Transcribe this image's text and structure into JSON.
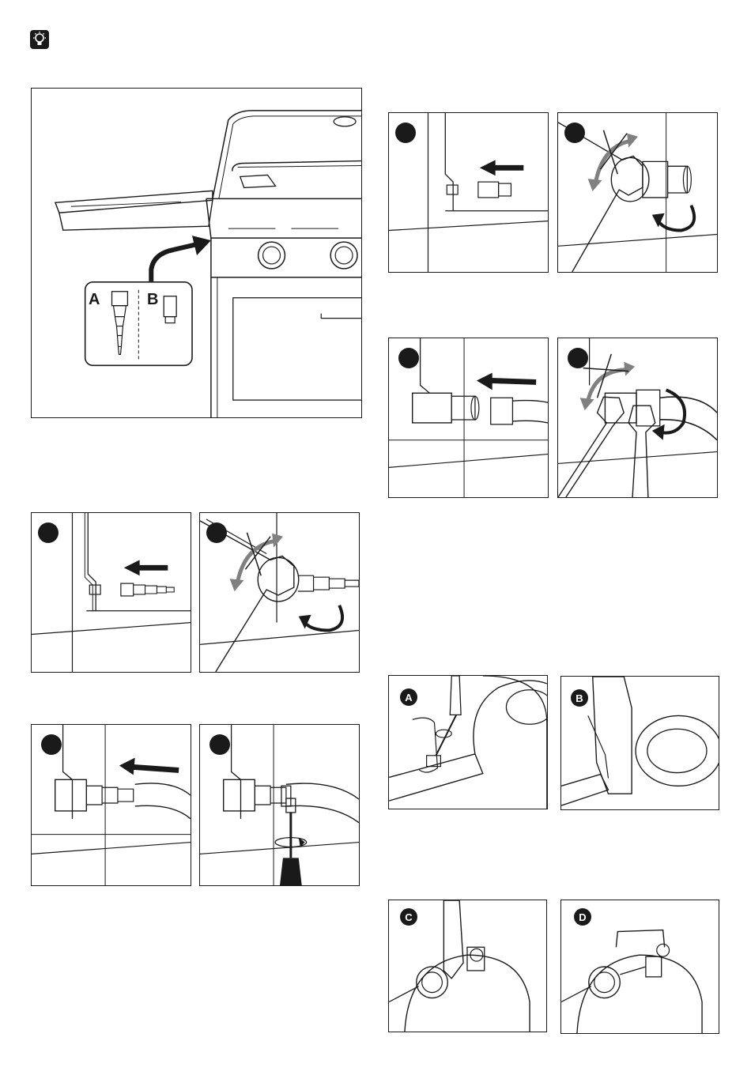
{
  "tip": {
    "icon": "lightbulb-icon"
  },
  "overview": {
    "label_a": "A",
    "label_b": "B"
  },
  "steps_letters": {
    "a": "A",
    "b": "B",
    "c": "C",
    "d": "D"
  },
  "colors": {
    "line": "#1a1a1a",
    "gray_arrow": "#808080",
    "fill": "#ffffff"
  }
}
